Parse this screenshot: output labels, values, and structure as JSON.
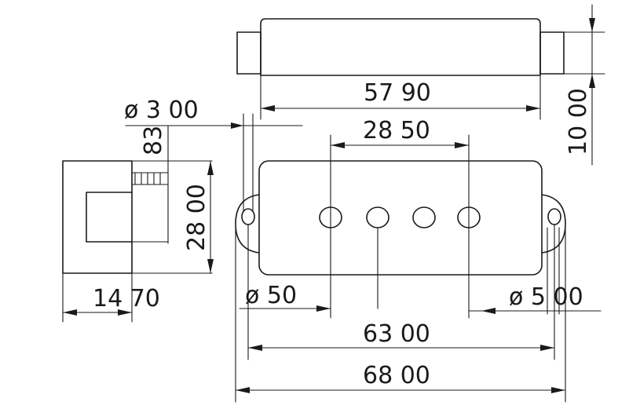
{
  "dimensions": {
    "top_cover_length": "57 90",
    "height": "10 00",
    "pin_diameter": "ø 3 00",
    "pole_spacing": "28 50",
    "pin_offset": "83",
    "side_width": "28 00",
    "side_depth": "14 70",
    "pole_diameter": "ø 50",
    "mount_hole_diameter": "ø 5 00",
    "mount_spacing": "63 00",
    "overall_length": "68 00"
  }
}
